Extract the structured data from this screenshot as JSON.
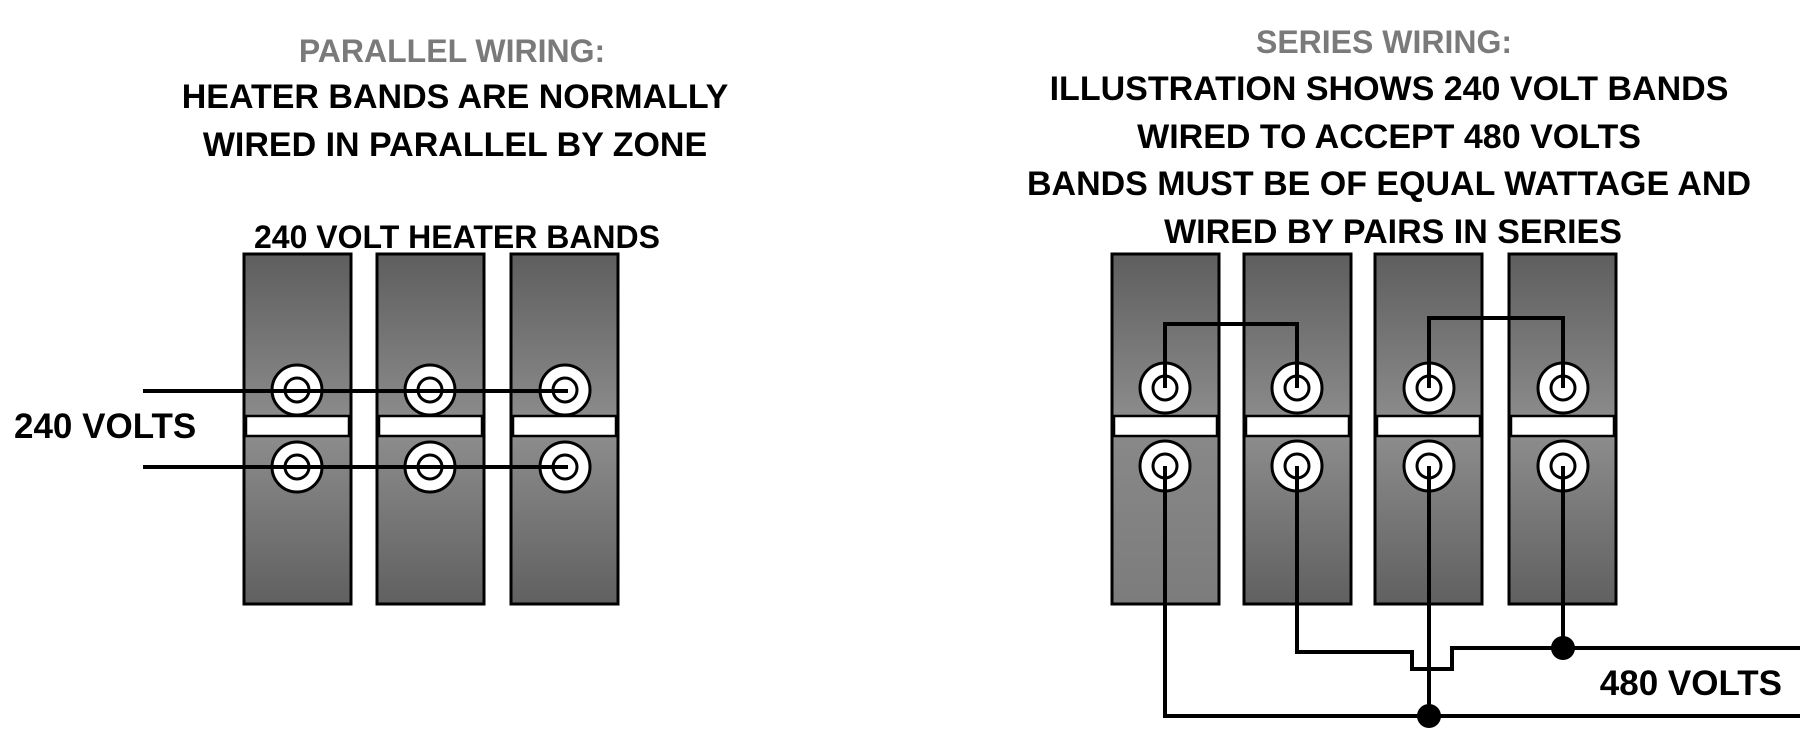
{
  "parallel": {
    "heading": "PARALLEL WIRING:",
    "line1": "HEATER BANDS ARE NORMALLY",
    "line2": "WIRED IN PARALLEL BY ZONE",
    "bands_label": "240 VOLT HEATER BANDS",
    "voltage_label": "240 VOLTS"
  },
  "series": {
    "heading": "SERIES WIRING:",
    "line1": "ILLUSTRATION SHOWS 240 VOLT BANDS",
    "line2": "WIRED TO ACCEPT 480 VOLTS",
    "line3": "BANDS MUST BE OF EQUAL WATTAGE AND",
    "line4": "WIRED BY PAIRS IN SERIES",
    "voltage_label": "480 VOLTS"
  },
  "colors": {
    "band_top": "#5f5f5f",
    "band_mid": "#8a8a8a",
    "heading_gray": "#7a7a7a"
  }
}
